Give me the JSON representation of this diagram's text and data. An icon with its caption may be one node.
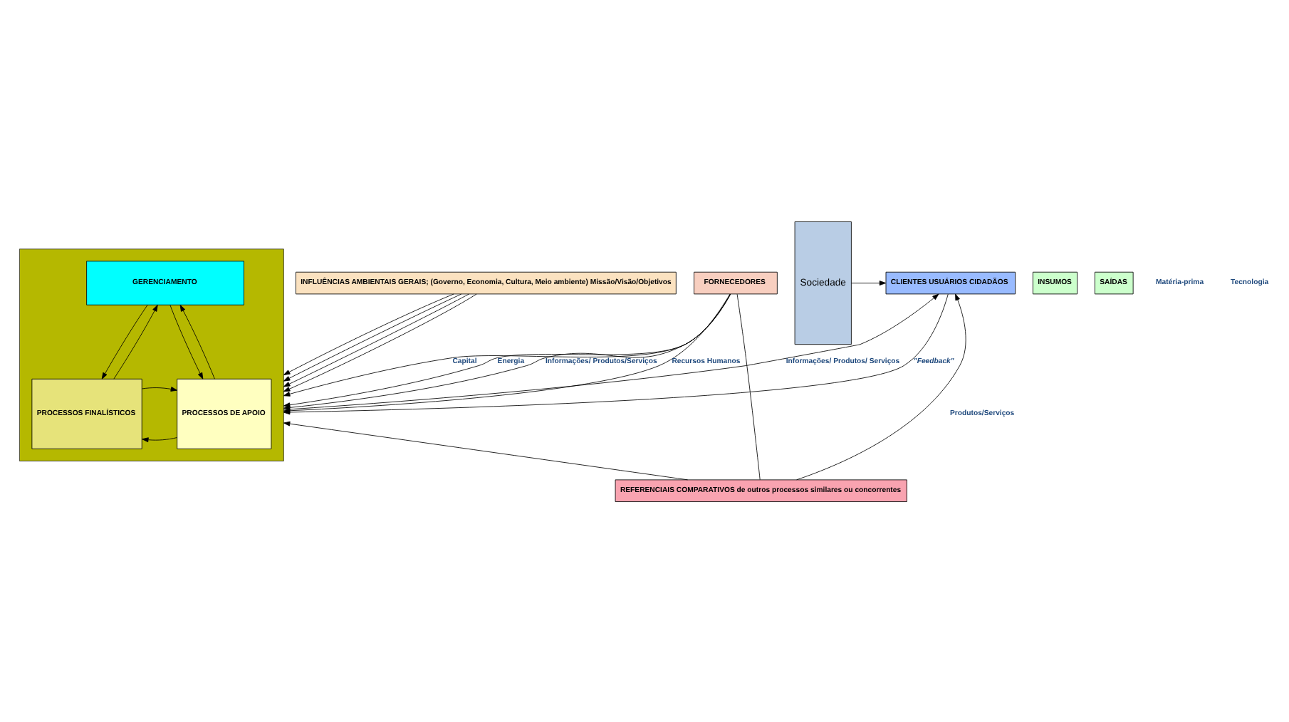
{
  "diagram": {
    "nodes": [
      {
        "text": [
          "INFLUÊNCIAS AMBIENTAIS GERAIS; (Governo, Economia, Cultura, Meio ambiente) Missão/Visão/Objetivos"
        ]
      },
      {
        "text": [
          "INSUMOS"
        ]
      },
      {
        "text": [
          "SAÍDAS"
        ]
      },
      {
        "text": [],
        "shape": "box"
      },
      {
        "text": [
          "GERENCIAMENTO"
        ],
        "in": 3
      },
      {
        "text": [
          "PROCESSOS DE APOIO"
        ],
        "in": 3
      },
      {
        "text": [
          "PROCESSOS FINALÍSTICOS"
        ],
        "in": 3
      },
      {
        "text": [
          "FORNECEDORES"
        ]
      },
      {
        "text": [
          "CLIENTES USUÁRIOS CIDADÃOS"
        ]
      },
      {
        "text": [
          "Sociedade"
        ]
      },
      {
        "text": [
          "REFERENCIAIS COMPARATIVOS de outros processos similares ou concorrentes"
        ]
      }
    ],
    "edges": [
      {
        "from": 0,
        "to": 3,
        "arrow": "to"
      },
      {
        "from": 0,
        "to": 3,
        "arrow": "to"
      },
      {
        "from": 0,
        "to": 3,
        "arrow": "to"
      },
      {
        "from": 0,
        "to": 3,
        "arrow": "to"
      },
      {
        "from": 7,
        "to": 3,
        "arrow": "to",
        "label": "Capital"
      },
      {
        "from": 7,
        "to": 3,
        "arrow": "to",
        "label": "Energia"
      },
      {
        "from": 7,
        "to": 3,
        "arrow": "to",
        "label": "Informações/ Produtos/Serviços"
      },
      {
        "from": 7,
        "to": 3,
        "arrow": "to",
        "label": "Recursos Humanos"
      },
      {
        "from": 7,
        "to": 10,
        "arrow": "none"
      },
      {
        "from": 4,
        "to": 5,
        "arrow": "to"
      },
      {
        "from": 5,
        "to": 4,
        "arrow": "to"
      },
      {
        "from": 4,
        "to": 6,
        "arrow": "to"
      },
      {
        "from": 6,
        "to": 4,
        "arrow": "to"
      },
      {
        "from": 5,
        "to": 6,
        "arrow": "to"
      },
      {
        "from": 6,
        "to": 5,
        "arrow": "to"
      },
      {
        "from": 3,
        "to": 8,
        "arrow": "to",
        "label": "Informações/ Produtos/ Serviços"
      },
      {
        "from": 8,
        "to": 3,
        "arrow": "to",
        "label": "\"Feedback\""
      },
      {
        "from": 9,
        "to": 8,
        "arrow": "to"
      },
      {
        "from": 10,
        "to": 3,
        "arrow": "to"
      },
      {
        "from": 10,
        "to": 8,
        "arrow": "to",
        "label": "Produtos/Serviços"
      }
    ],
    "labels": [
      "Matéria-prima",
      "Tecnologia"
    ]
  }
}
